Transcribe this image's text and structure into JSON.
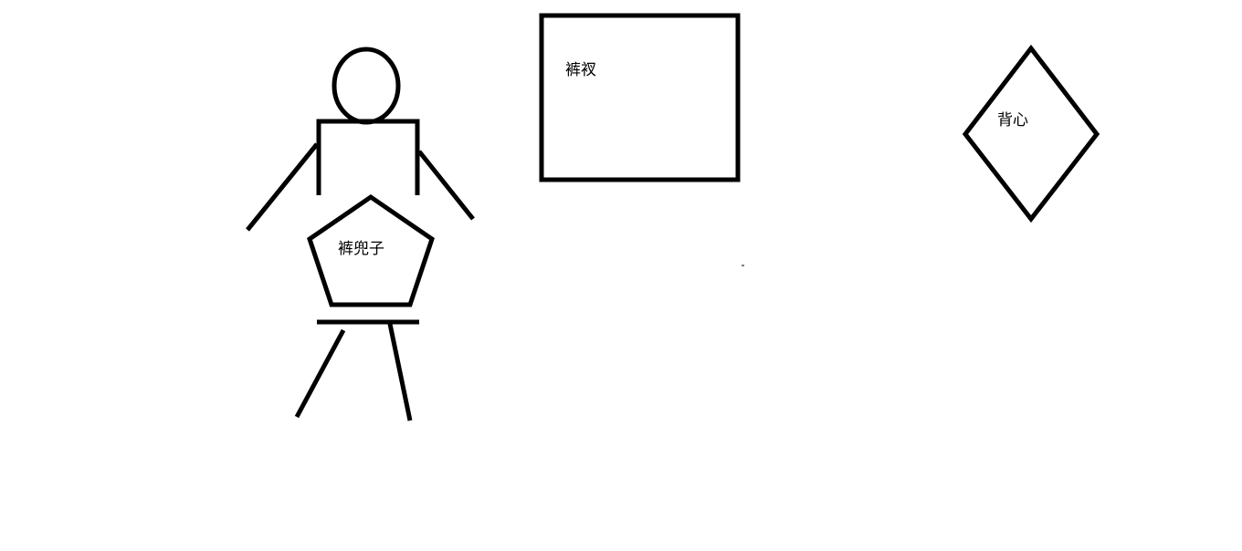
{
  "labels": {
    "shirt": "裤衩",
    "vest": "背心",
    "bib": "裤兜子"
  }
}
